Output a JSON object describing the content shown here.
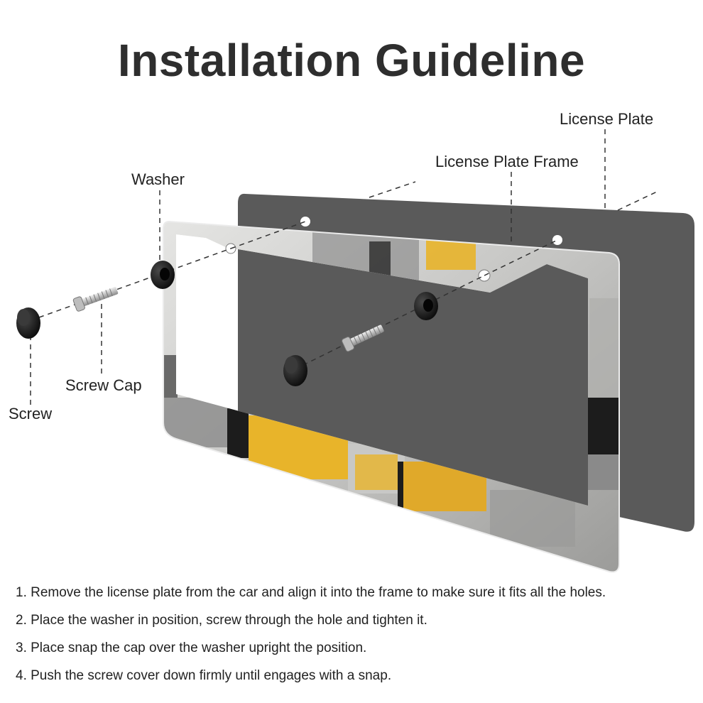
{
  "title": "Installation Guideline",
  "labels": {
    "license_plate": "License Plate",
    "license_plate_frame": "License Plate Frame",
    "washer": "Washer",
    "screw_cap": "Screw Cap",
    "screw": "Screw"
  },
  "steps": [
    "1. Remove the license plate from the car and align it into the frame to make sure it fits all the holes.",
    "2. Place the washer in position, screw through the hole and tighten it.",
    "3. Place snap the cap over the washer upright the position.",
    "4. Push the screw cover down firmly until engages with a snap."
  ],
  "colors": {
    "plate": "#5a5a5a",
    "frame_silver": "#c9c9c9",
    "frame_yellow": "#e8b42a",
    "frame_dark": "#1c1c1c",
    "hardware_black": "#151515"
  }
}
